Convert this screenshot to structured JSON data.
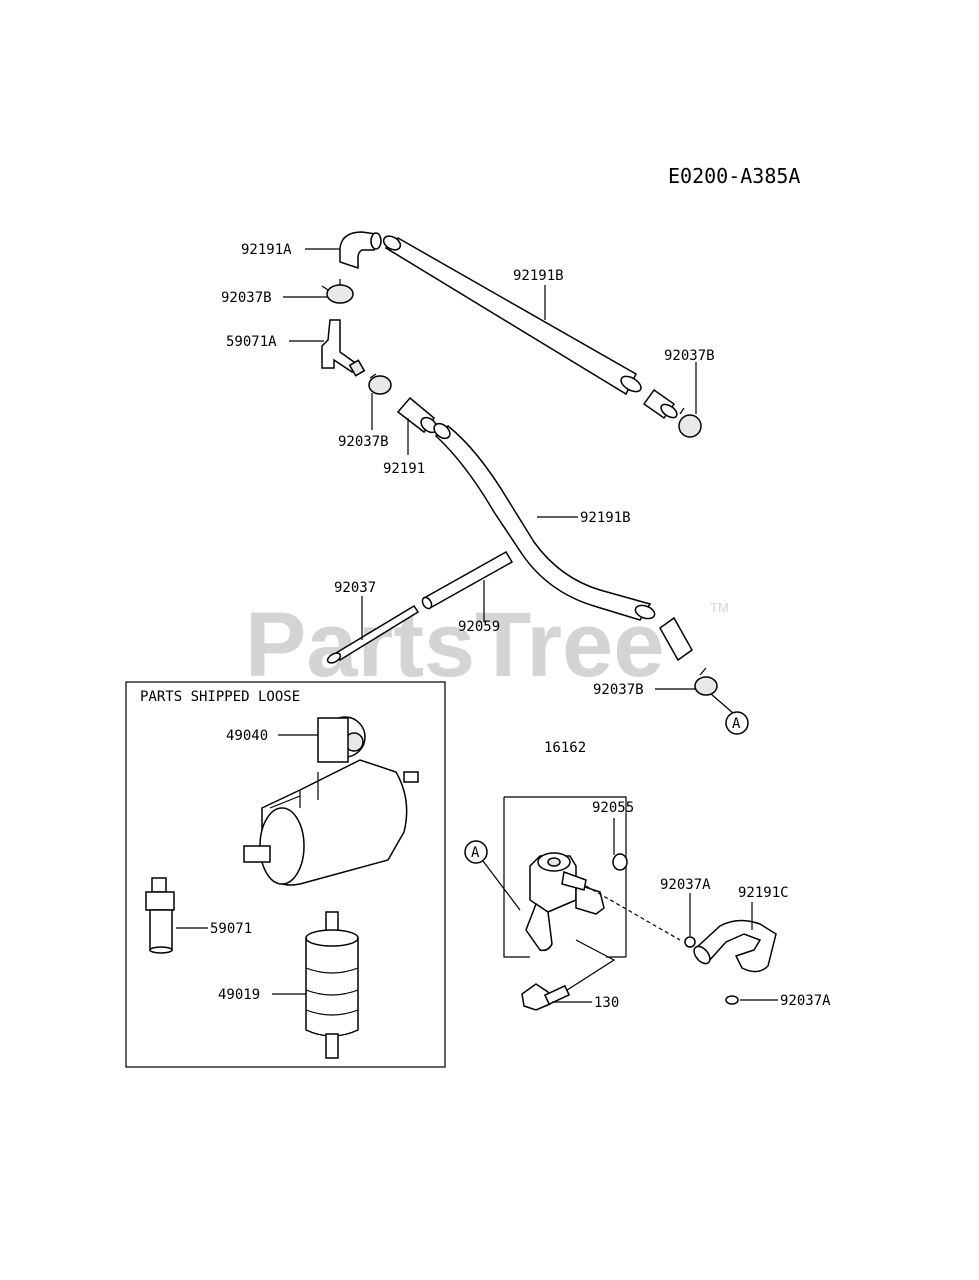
{
  "diagram_code": "E0200-A385A",
  "watermark": "PartsTree",
  "watermark_tm": "TM",
  "box_title": "PARTS SHIPPED LOOSE",
  "ref_marker": "A",
  "labels": {
    "p92191A": "92191A",
    "p92037B_1": "92037B",
    "p59071A": "59071A",
    "p92191B_1": "92191B",
    "p92037B_2": "92037B",
    "p92037B_3": "92037B",
    "p92191": "92191",
    "p92191B_2": "92191B",
    "p92037": "92037",
    "p92059": "92059",
    "p92037B_4": "92037B",
    "p49040": "49040",
    "p59071": "59071",
    "p49019": "49019",
    "p16162": "16162",
    "p92055": "92055",
    "p92037A_1": "92037A",
    "p92191C": "92191C",
    "p130": "130",
    "p92037A_2": "92037A"
  }
}
